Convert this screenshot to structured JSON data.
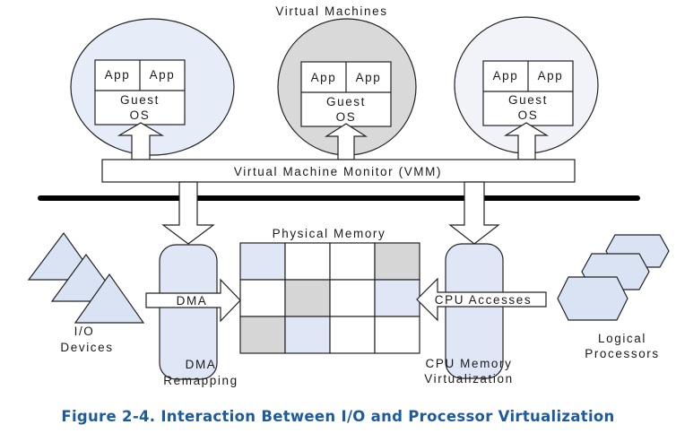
{
  "title": "Virtual Machines",
  "vms": [
    {
      "apps": [
        "App",
        "App"
      ],
      "guest_line1": "Guest",
      "guest_line2": "OS",
      "fill": "#e6edf8"
    },
    {
      "apps": [
        "App",
        "App"
      ],
      "guest_line1": "Guest",
      "guest_line2": "OS",
      "fill": "#d9d9d9"
    },
    {
      "apps": [
        "App",
        "App"
      ],
      "guest_line1": "Guest",
      "guest_line2": "OS",
      "fill": "#f1f3f8"
    }
  ],
  "vmm_label": "Virtual Machine Monitor (VMM)",
  "physical_memory_label": "Physical Memory",
  "dma_label": "DMA",
  "cpu_accesses_label": "CPU Accesses",
  "io_devices_line1": "I/O",
  "io_devices_line2": "Devices",
  "dma_remapping_line1": "DMA",
  "dma_remapping_line2": "Remapping",
  "cpu_memory_line1": "CPU Memory",
  "cpu_memory_line2": "Virtualization",
  "logical_processors_line1": "Logical",
  "logical_processors_line2": "Processors",
  "caption": "Figure 2-4.  Interaction Between I/O and Processor Virtualization",
  "colors": {
    "blue_fill": "#dfe7f6",
    "gray_fill": "#d6d6d6",
    "white_fill": "#ffffff",
    "caption": "#1d5a9e",
    "bar": "#000000"
  },
  "memory_grid": [
    [
      "blue",
      "white",
      "white",
      "gray"
    ],
    [
      "white",
      "gray",
      "white",
      "blue"
    ],
    [
      "gray",
      "blue",
      "white",
      "white"
    ]
  ]
}
